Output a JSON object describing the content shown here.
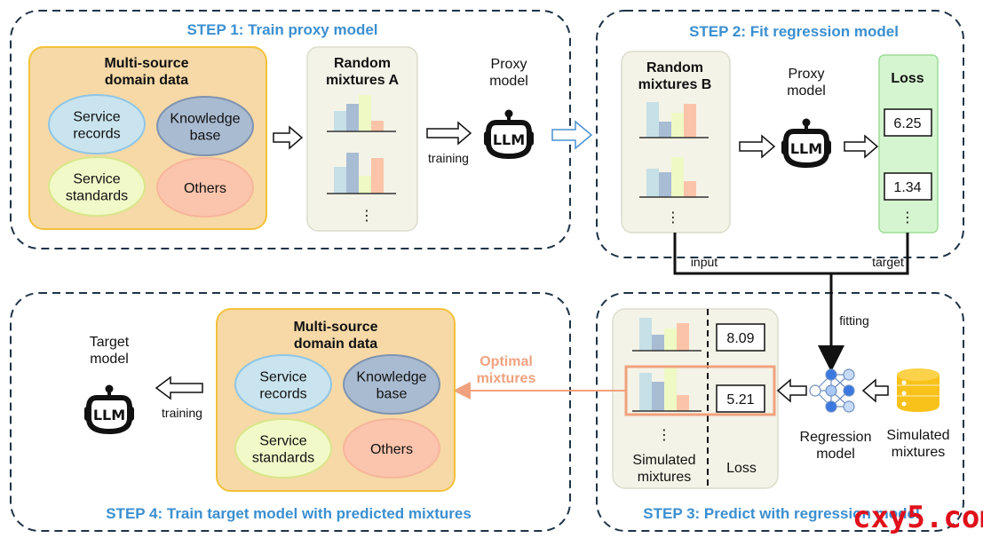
{
  "colors": {
    "title_blue": "#3b8fd0",
    "bar_colors": [
      "#c5e0e6",
      "#a8bcd4",
      "#eef9c4",
      "#fbc4a8"
    ],
    "highlight_orange": "#f0a27e",
    "domain_box": "#f6d9a6",
    "loss_box": "#d5f5d0"
  },
  "step1": {
    "title": "STEP 1: Train proxy model",
    "domain_title": [
      "Multi-source",
      "domain data"
    ],
    "domains": [
      {
        "label": [
          "Service",
          "records"
        ],
        "color": "#c9e4ee"
      },
      {
        "label": [
          "Knowledge",
          "base"
        ],
        "color": "#a9bbd1"
      },
      {
        "label": [
          "Service",
          "standards"
        ],
        "color": "#f2f9c8"
      },
      {
        "label": [
          "Others"
        ],
        "color": "#fbc4ad"
      }
    ],
    "mixtures_title": [
      "Random",
      "mixtures A"
    ],
    "mixtures": [
      [
        23,
        31,
        41,
        12
      ],
      [
        30,
        46,
        20,
        40
      ]
    ],
    "ellipsis": "⋮",
    "training_label": "training",
    "proxy_title": [
      "Proxy",
      "model"
    ]
  },
  "llm_icon_text": "LLM",
  "step2": {
    "title": "STEP 2: Fit regression model",
    "mixtures_title": [
      "Random",
      "mixtures B"
    ],
    "mixtures": [
      [
        40,
        18,
        28,
        38
      ],
      [
        32,
        28,
        45,
        18
      ]
    ],
    "ellipsis": "⋮",
    "proxy_title": [
      "Proxy",
      "model"
    ],
    "loss_title": "Loss",
    "loss_values": [
      "6.25",
      "1.34"
    ],
    "input_label": "input",
    "target_label": "target",
    "fitting_label": "fitting"
  },
  "step3": {
    "title": "STEP 3: Predict with regression model",
    "mixtures": [
      [
        37,
        18,
        25,
        31
      ],
      [
        43,
        33,
        49,
        18
      ]
    ],
    "loss_values": [
      "8.09",
      "5.21"
    ],
    "ellipsis": "⋮",
    "col_mixtures": [
      "Simulated",
      "mixtures"
    ],
    "col_loss": "Loss",
    "regression_label": [
      "Regression",
      "model"
    ],
    "simulated_label": [
      "Simulated",
      "mixtures"
    ],
    "optimal_label": [
      "Optimal",
      "mixtures"
    ]
  },
  "step4": {
    "title": "STEP 4: Train target model with predicted mixtures",
    "domain_title": [
      "Multi-source",
      "domain data"
    ],
    "domains": [
      {
        "label": [
          "Service",
          "records"
        ]
      },
      {
        "label": [
          "Knowledge",
          "base"
        ]
      },
      {
        "label": [
          "Service",
          "standards"
        ]
      },
      {
        "label": [
          "Others"
        ]
      }
    ],
    "training_label": "training",
    "target_title": [
      "Target",
      "model"
    ]
  },
  "watermark": "cxy5.com"
}
